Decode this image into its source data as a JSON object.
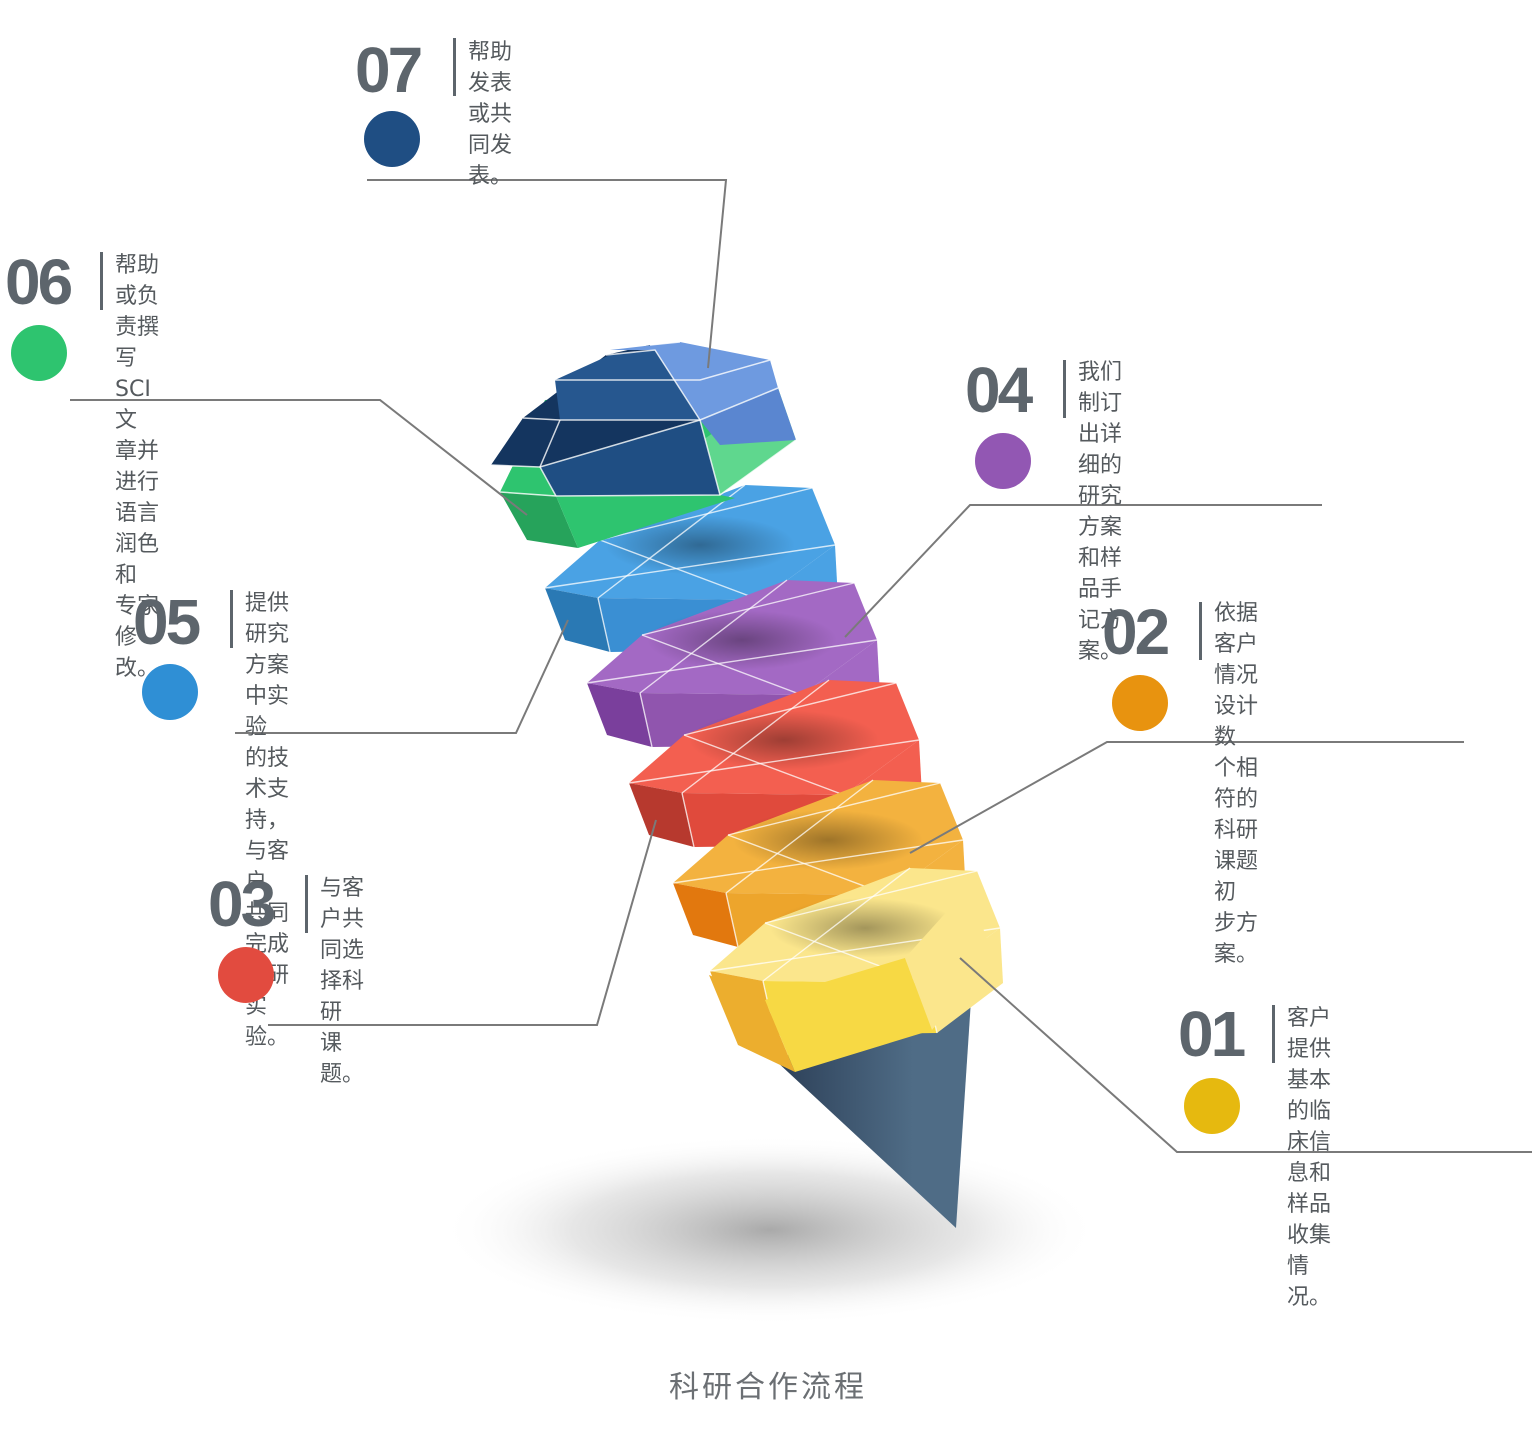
{
  "caption": "科研合作流程",
  "steps": [
    {
      "num": "01",
      "text": "客户提供基本的临床信息和样品收集情况。",
      "color": "#e6b90f",
      "layer_top": "#fbe68c",
      "layer_front": "#f7d944",
      "layer_side": "#ecae2e"
    },
    {
      "num": "02",
      "text": "依据客户情况设计数个相符的科研课题初步方案。",
      "color": "#e8930f",
      "layer_top": "#f3b23f",
      "layer_front": "#eda52c",
      "layer_side": "#e2780e"
    },
    {
      "num": "03",
      "text": "与客户共同选择科研课题。",
      "color": "#e24b3f",
      "layer_top": "#f35f50",
      "layer_front": "#e04a3c",
      "layer_side": "#b7392e"
    },
    {
      "num": "04",
      "text": "我们制订出详细的研究方案和样品手记方案。",
      "color": "#9257b3",
      "layer_top": "#a369c4",
      "layer_front": "#9055ae",
      "layer_side": "#7a3f9c"
    },
    {
      "num": "05",
      "text": "提供研究方案中实验的技术支持，与客户共同完成科研实验。",
      "color": "#2f8fd5",
      "layer_top": "#4aa2e4",
      "layer_front": "#3a8fd3",
      "layer_side": "#2a79b4"
    },
    {
      "num": "06",
      "text": "帮助或负责撰写SCI文章并进行语言润色和专家修改。",
      "color": "#2ec46f",
      "layer_top": "#5fd78e",
      "layer_front": "#2ec46f",
      "layer_side": "#26a35b"
    },
    {
      "num": "07",
      "text": "帮助发表或共同发表。",
      "color": "#1f4e83",
      "layer_top": "#6e9ae0",
      "layer_front": "#1f4e83",
      "layer_side": "#14355f"
    }
  ],
  "text_lines": {
    "s01": [
      "客户提供基本的临床信",
      "息和样品收集情况。"
    ],
    "s02": [
      "依据客户情况设计数",
      "个相符的科研课题初",
      "步方案。"
    ],
    "s03": [
      "与客户共同选择科研",
      "课题。"
    ],
    "s04": [
      "我们制订出详细的研究",
      "方案和样品手记方案。"
    ],
    "s05": [
      "提供研究方案中实验",
      "的技术支持，与客户",
      "共同完成科研实验。"
    ],
    "s06": [
      "帮助或负责撰写SCI文",
      "章并进行语言润色和",
      "专家修改。"
    ],
    "s07": [
      "帮助发表或共同发",
      "表。"
    ]
  },
  "cone_colors": {
    "dark": "#2c3f57",
    "light": "#4f6c86"
  },
  "connector_color": "#7a7a7a"
}
